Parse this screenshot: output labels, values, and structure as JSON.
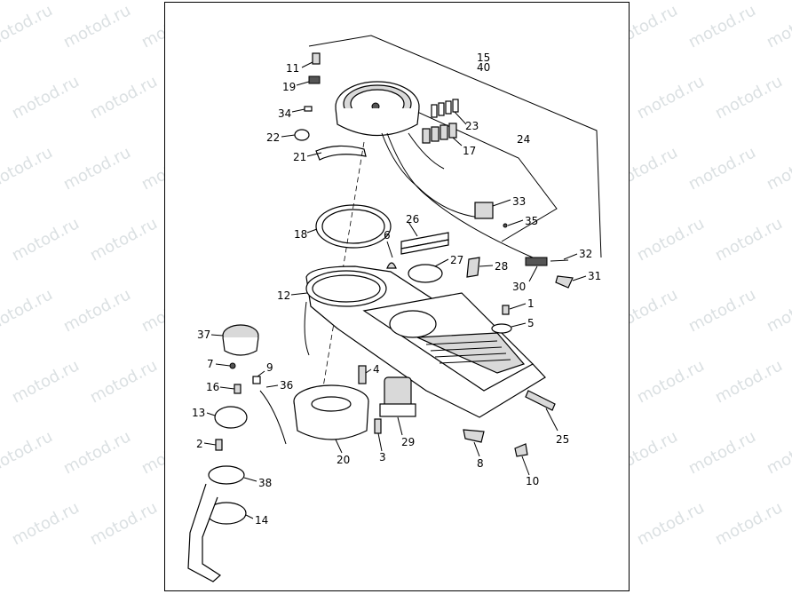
{
  "watermark_text": "motod.ru",
  "callouts": [
    {
      "id": "c11",
      "text": "11"
    },
    {
      "id": "c19",
      "text": "19"
    },
    {
      "id": "c34",
      "text": "34"
    },
    {
      "id": "c22",
      "text": "22"
    },
    {
      "id": "c21",
      "text": "21"
    },
    {
      "id": "c15",
      "text": "15"
    },
    {
      "id": "c40",
      "text": "40"
    },
    {
      "id": "c23",
      "text": "23"
    },
    {
      "id": "c17",
      "text": "17"
    },
    {
      "id": "c24",
      "text": "24"
    },
    {
      "id": "c33",
      "text": "33"
    },
    {
      "id": "c35",
      "text": "35"
    },
    {
      "id": "c18",
      "text": "18"
    },
    {
      "id": "c26",
      "text": "26"
    },
    {
      "id": "c6",
      "text": "6"
    },
    {
      "id": "c27",
      "text": "27"
    },
    {
      "id": "c28",
      "text": "28"
    },
    {
      "id": "c32",
      "text": "32"
    },
    {
      "id": "c30",
      "text": "30"
    },
    {
      "id": "c31",
      "text": "31"
    },
    {
      "id": "c12",
      "text": "12"
    },
    {
      "id": "c1",
      "text": "1"
    },
    {
      "id": "c5",
      "text": "5"
    },
    {
      "id": "c37",
      "text": "37"
    },
    {
      "id": "c7",
      "text": "7"
    },
    {
      "id": "c9",
      "text": "9"
    },
    {
      "id": "c4",
      "text": "4"
    },
    {
      "id": "c16",
      "text": "16"
    },
    {
      "id": "c36",
      "text": "36"
    },
    {
      "id": "c13",
      "text": "13"
    },
    {
      "id": "c29",
      "text": "29"
    },
    {
      "id": "c25",
      "text": "25"
    },
    {
      "id": "c2",
      "text": "2"
    },
    {
      "id": "c20",
      "text": "20"
    },
    {
      "id": "c3",
      "text": "3"
    },
    {
      "id": "c8",
      "text": "8"
    },
    {
      "id": "c38",
      "text": "38"
    },
    {
      "id": "c10",
      "text": "10"
    },
    {
      "id": "c14",
      "text": "14"
    }
  ]
}
